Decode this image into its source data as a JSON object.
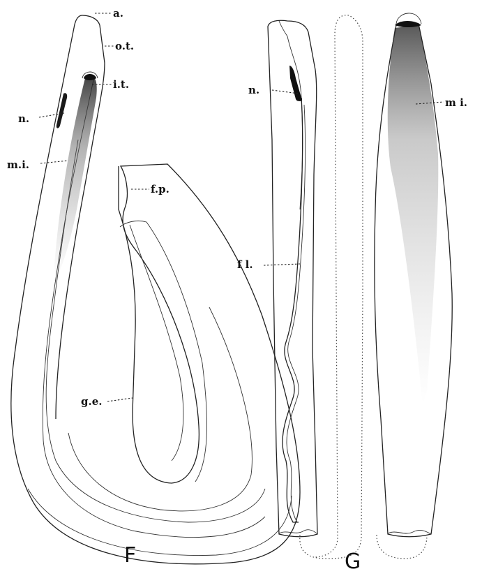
{
  "figure_F": {
    "caption": "F",
    "labels": {
      "a": "a.",
      "ot": "o.t.",
      "it": "i.t.",
      "n": "n.",
      "mi": "m.i.",
      "fp": "f.p.",
      "ge": "g.e."
    }
  },
  "figure_G": {
    "caption": "G",
    "labels": {
      "n": "n.",
      "fl": "f l.",
      "mi": "m i."
    }
  },
  "colors": {
    "ink": "#222222",
    "stipple": "#333333",
    "background": "#ffffff"
  }
}
